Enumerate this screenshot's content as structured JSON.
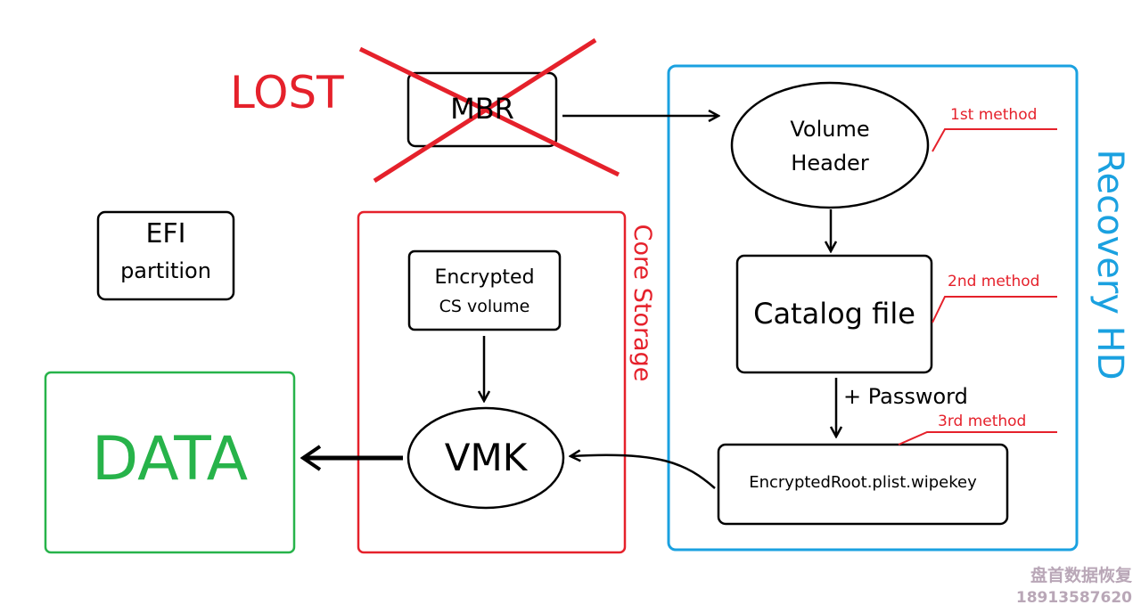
{
  "lost_label": "LOST",
  "mbr": {
    "label": "MBR"
  },
  "efi": {
    "line1": "EFI",
    "line2": "partition"
  },
  "data_box": {
    "label": "DATA"
  },
  "core_storage": {
    "title": "Core Storage",
    "encrypted": {
      "line1": "Encrypted",
      "line2": "CS volume"
    },
    "vmk": "VMK"
  },
  "recovery_hd": {
    "title": "Recovery HD",
    "volume_header": {
      "line1": "Volume",
      "line2": "Header"
    },
    "catalog_file": "Catalog file",
    "password_label": "+ Password",
    "wipekey": "EncryptedRoot.plist.wipekey"
  },
  "methods": {
    "m1": "1st method",
    "m2": "2nd method",
    "m3": "3rd method"
  },
  "watermark": {
    "line1": "盘首数据恢复",
    "line2": "18913587620"
  },
  "colors": {
    "red": "#e5212b",
    "blue": "#1aa1e0",
    "green": "#27b34a",
    "black": "#000000"
  }
}
